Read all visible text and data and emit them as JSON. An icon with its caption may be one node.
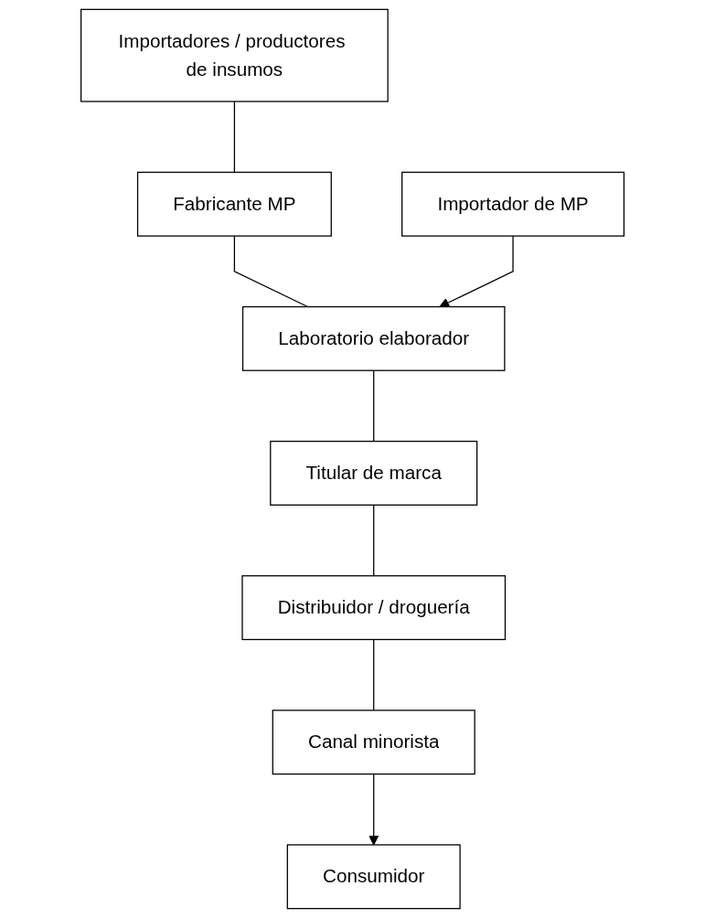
{
  "diagram": {
    "nodes": [
      {
        "text": [
          "Importadores / productores de insumos"
        ]
      },
      {
        "text": [
          "Importador de MP"
        ]
      },
      {
        "text": [
          "Fabricante MP"
        ]
      },
      {
        "text": [
          "Laboratorio elaborador"
        ]
      },
      {
        "text": [
          "Titular de marca"
        ]
      },
      {
        "text": [
          "Distribuidor / droguería"
        ]
      },
      {
        "text": [
          "Canal minorista"
        ]
      },
      {
        "text": [
          "Consumidor"
        ]
      }
    ],
    "edges": [
      {
        "from": 0,
        "to": 2,
        "arrow": "none"
      },
      {
        "from": 2,
        "to": 3,
        "arrow": "none"
      },
      {
        "from": 1,
        "to": 3,
        "arrow": "to"
      },
      {
        "from": 3,
        "to": 4,
        "arrow": "none"
      },
      {
        "from": 4,
        "to": 5,
        "arrow": "none"
      },
      {
        "from": 5,
        "to": 6,
        "arrow": "none"
      },
      {
        "from": 6,
        "to": 7,
        "arrow": "to"
      }
    ]
  }
}
